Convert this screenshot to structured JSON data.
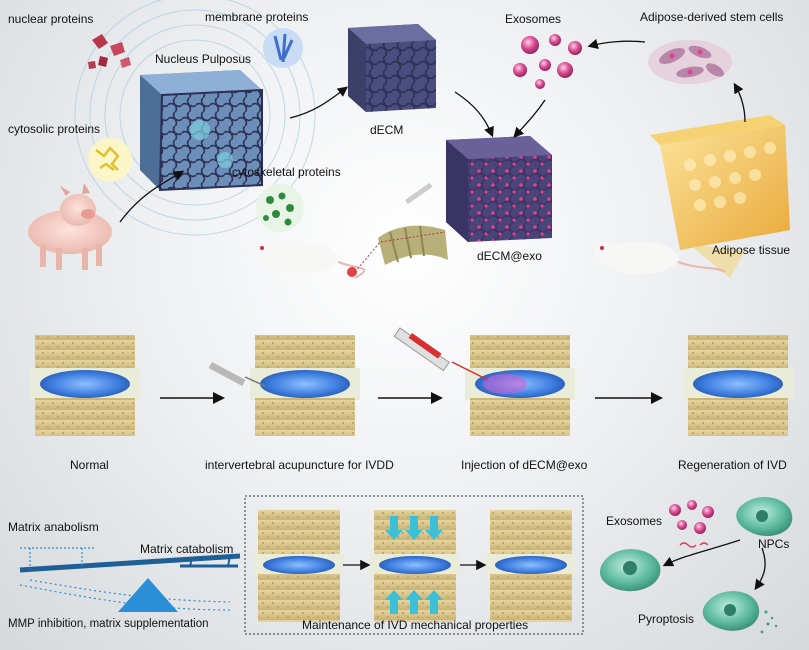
{
  "top_panel": {
    "nuclear_proteins": "nuclear proteins",
    "membrane_proteins": "membrane proteins",
    "nucleus_pulposus": "Nucleus Pulposus",
    "cytosolic_proteins": "cytosolic proteins",
    "cytoskeletal_proteins": "cytoskeletal proteins",
    "decm": "dECM",
    "exosomes": "Exosomes",
    "adipose_stem_cells": "Adipose-derived stem cells",
    "decm_exo": "dECM@exo",
    "adipose_tissue": "Adipose tissue"
  },
  "middle_panel": {
    "normal": "Normal",
    "acupuncture": "intervertebral acupuncture for IVDD",
    "injection": "Injection of dECM@exo",
    "regeneration": "Regeneration of IVD"
  },
  "bottom_panel": {
    "matrix_anabolism": "Matrix anabolism",
    "matrix_catabolism": "Matrix catabolism",
    "mmp_inhibition": "MMP inhibition, matrix supplementation",
    "mechanical": "Maintenance of IVD mechanical properties",
    "exosomes": "Exosomes",
    "npcs": "NPCs",
    "pyroptosis": "Pyroptosis"
  },
  "colors": {
    "scaffold": "#5c5f8e",
    "exosome": "#c0307a",
    "bone": "#d9c48e",
    "disc": "#3f7fe0",
    "cell": "#4fb59a",
    "fat": "#f0c450"
  }
}
